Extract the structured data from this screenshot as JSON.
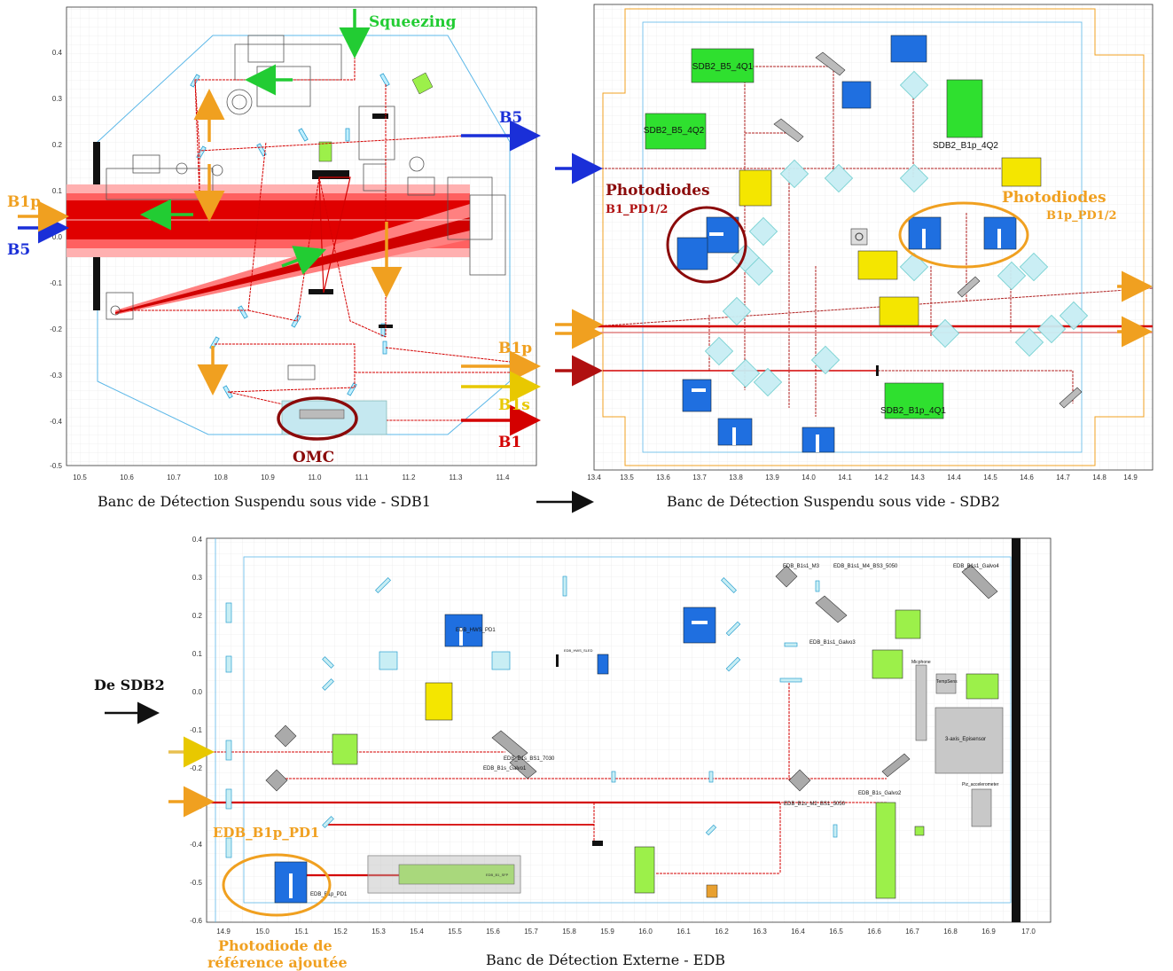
{
  "colors": {
    "beam": "#d40000",
    "green": "#22cc33",
    "orange": "#f0a020",
    "yellow": "#e8c800",
    "blue": "#1a2fd8",
    "darkred": "#8b0a0a",
    "pdBlue": "#1f6fe0",
    "boxGreen": "#2fe02f",
    "boxYellow": "#f4e600",
    "bench": "#5db8e8"
  },
  "sdb1": {
    "caption": "Banc de Détection Suspendu sous vide  -  SDB1",
    "xticks": [
      "10.5",
      "10.6",
      "10.7",
      "10.8",
      "10.9",
      "11.0",
      "11.1",
      "11.2",
      "11.3",
      "11.4"
    ],
    "yticks": [
      "0.4",
      "0.3",
      "0.2",
      "0.1",
      "0.0",
      "-0.1",
      "-0.2",
      "-0.3",
      "-0.4",
      "-0.5"
    ],
    "labels": {
      "squeezing": "Squeezing",
      "b5_right": "B5",
      "b1p_left": "B1p",
      "b5_left": "B5",
      "b1p_right": "B1p",
      "b1s": "B1s",
      "b1": "B1",
      "omc": "OMC"
    }
  },
  "sdb2": {
    "caption": "Banc de Détection Suspendu sous vide  -  SDB2",
    "xticks": [
      "13.4",
      "13.5",
      "13.6",
      "13.7",
      "13.8",
      "13.9",
      "14.0",
      "14.1",
      "14.2",
      "14.3",
      "14.4",
      "14.5",
      "14.6",
      "14.7",
      "14.8",
      "14.9"
    ],
    "labels": {
      "pd_b1_title": "Photodiodes",
      "pd_b1_sub": "B1_PD1/2",
      "pd_b1p_title": "Photodiodes",
      "pd_b1p_sub": "B1p_PD1/2",
      "sdb2_b5_4q1": "SDB2_B5_4Q1",
      "sdb2_b5_4q2": "SDB2_B5_4Q2",
      "sdb2_b1p_4q2": "SDB2_B1p_4Q2",
      "sdb2_b1p_4q1": "SDB2_B1p_4Q1"
    }
  },
  "edb": {
    "caption": "Banc de Détection Externe  -  EDB",
    "xticks": [
      "14.9",
      "15.0",
      "15.1",
      "15.2",
      "15.3",
      "15.4",
      "15.5",
      "15.6",
      "15.7",
      "15.8",
      "15.9",
      "16.0",
      "16.1",
      "16.2",
      "16.3",
      "16.4",
      "16.5",
      "16.6",
      "16.7",
      "16.8",
      "16.9",
      "17.0"
    ],
    "yticks": [
      "0.4",
      "0.3",
      "0.2",
      "0.1",
      "0.0",
      "-0.1",
      "-0.2",
      "-0.3",
      "-0.4",
      "-0.5",
      "-0.6"
    ],
    "labels": {
      "de_sdb2": "De SDB2",
      "edb_b1p_pd1": "EDB_B1p_PD1",
      "photodiode_1": "Photodiode de",
      "photodiode_2": "référence ajoutée",
      "edb_hws_pd1": "EDB_HWS_PD1",
      "edb_b1s_m3": "EDB_B1s1_M3",
      "edb_b1s_m4": "EDB_B1s1_M4_BS3_5050",
      "edb_b1s_galvo4": "EDB_B1s1_Galvo4",
      "edb_b1s_galvo3": "EDB_B1s1_Galvo3",
      "edb_b1s_7030": "EDB_B1s_BS1_7030",
      "edb_b1s_galvo1": "EDB_B1s_Galvo1",
      "edb_b1s_galvo2": "EDB_B1s_Galvo2",
      "edb_b1s_m2": "EDB_B1s_M2_BS1_5050",
      "edb_b1_sfp": "EDB_B1_SFP",
      "edb_b1p_pd1_small": "EDB_B1p_PD1",
      "edb_3axis": "3-axis_Episensor",
      "edb_tempsens": "TempSens",
      "edb_mics": "Micphone",
      "edb_piezo": "Piz_accelerometer",
      "edb_hws_sled": "EDB_HWS_SLED"
    }
  }
}
